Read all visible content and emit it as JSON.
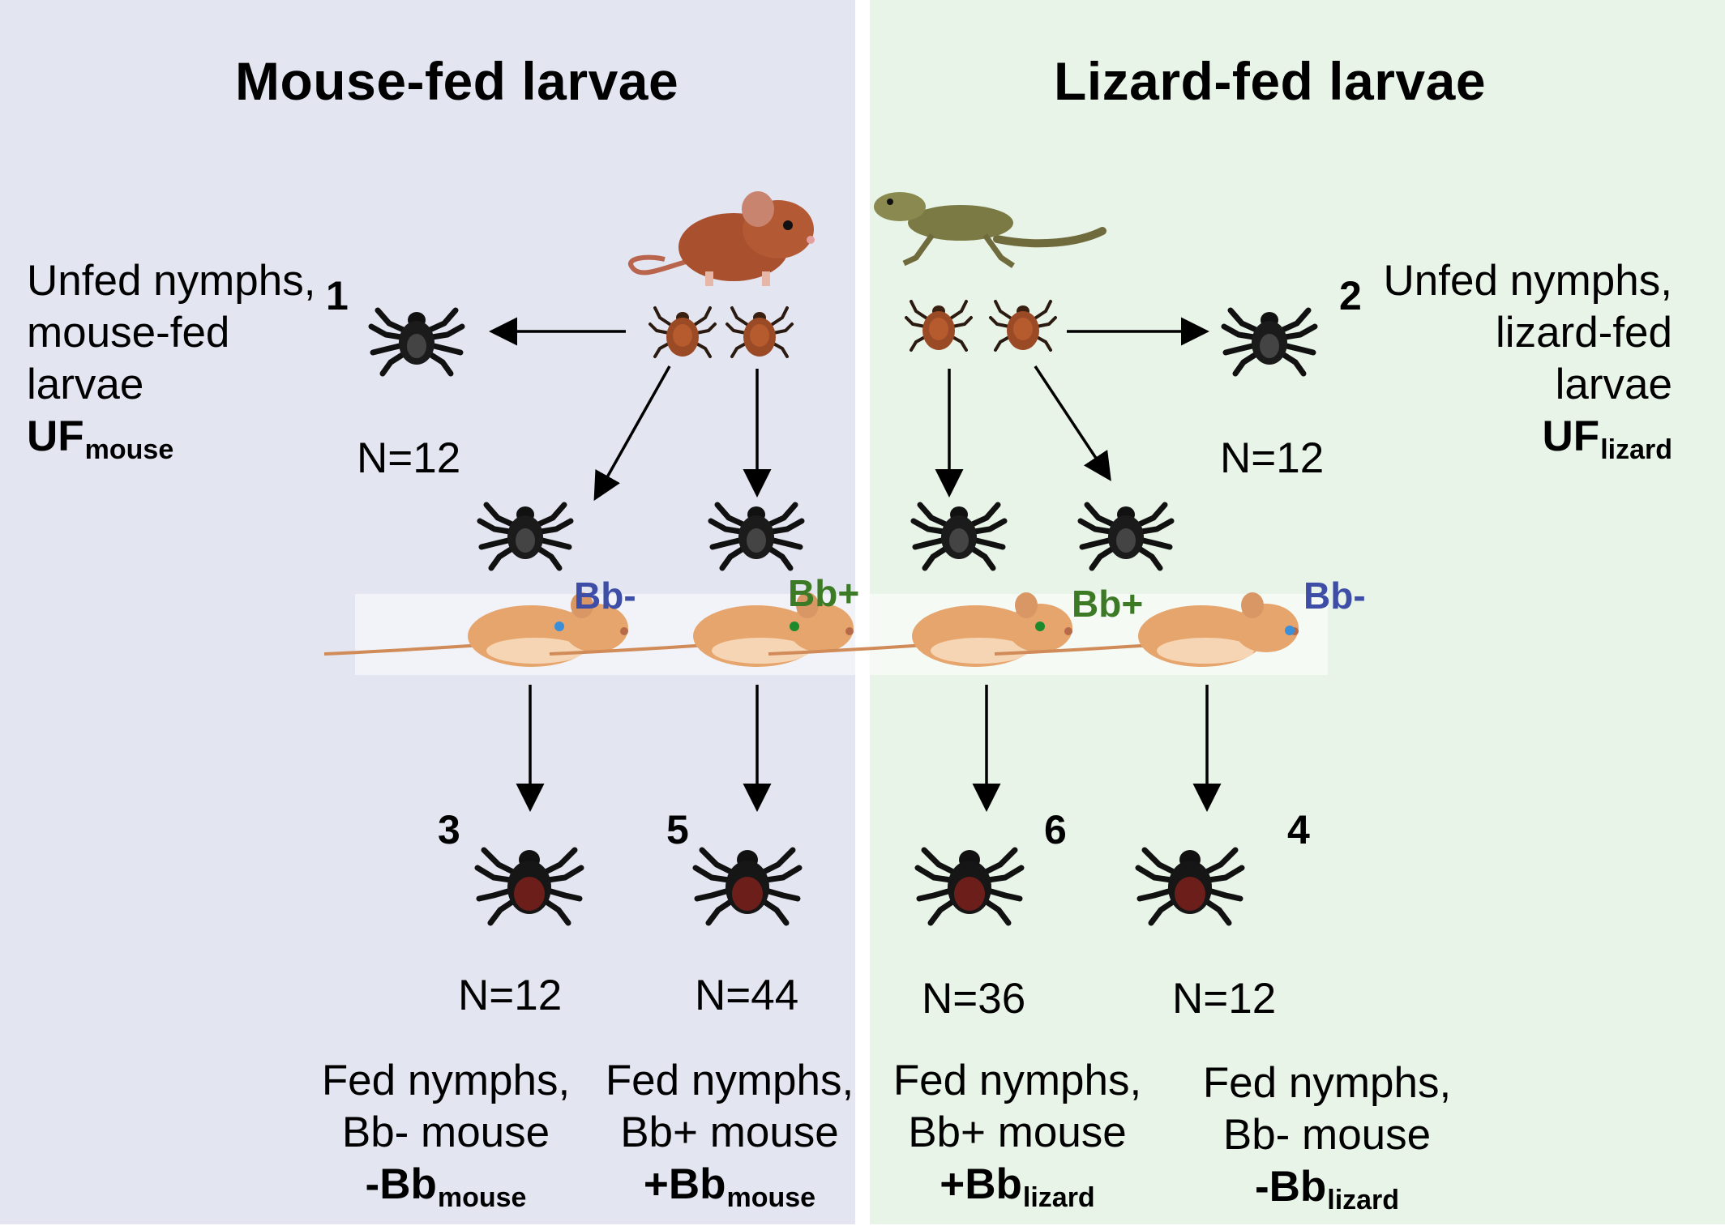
{
  "panels": {
    "left_title": "Mouse-fed larvae",
    "right_title": "Lizard-fed larvae"
  },
  "groups": {
    "g1": {
      "number": "1",
      "line1": "Unfed nymphs,",
      "line2": "mouse-fed",
      "line3": "larvae",
      "code": "UF",
      "code_sub": "mouse",
      "count": "N=12"
    },
    "g2": {
      "number": "2",
      "line1": "Unfed nymphs,",
      "line2": "lizard-fed",
      "line3": "larvae",
      "code": "UF",
      "code_sub": "lizard",
      "count": "N=12"
    },
    "g3": {
      "number": "3",
      "line1": "Fed nymphs,",
      "line2": "Bb- mouse",
      "code": "-Bb",
      "code_sub": "mouse",
      "count": "N=12"
    },
    "g5": {
      "number": "5",
      "line1": "Fed nymphs,",
      "line2": "Bb+ mouse",
      "code": "+Bb",
      "code_sub": "mouse",
      "count": "N=44"
    },
    "g6": {
      "number": "6",
      "line1": "Fed nymphs,",
      "line2": "Bb+ mouse",
      "code": "+Bb",
      "code_sub": "lizard",
      "count": "N=36"
    },
    "g4": {
      "number": "4",
      "line1": "Fed nymphs,",
      "line2": "Bb- mouse",
      "code": "-Bb",
      "code_sub": "lizard",
      "count": "N=12"
    }
  },
  "mouse_status": {
    "m1": "Bb-",
    "m2": "Bb+",
    "m3": "Bb+",
    "m4": "Bb-"
  },
  "colors": {
    "left_panel": "#e3e5f1",
    "right_panel": "#e9f4e8",
    "bb_negative": "#3e4ea6",
    "bb_positive": "#3d7a26"
  }
}
